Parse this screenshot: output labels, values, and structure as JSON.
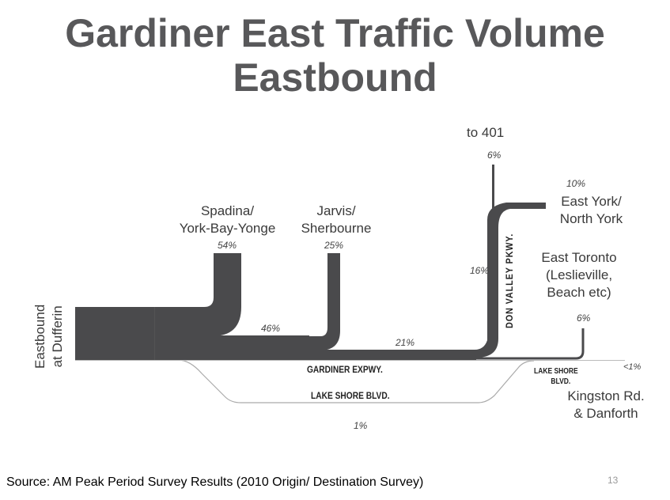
{
  "title_line1": "Gardiner East Traffic Volume",
  "title_line2": "Eastbound",
  "origin_label": [
    "Eastbound",
    "at Dufferin"
  ],
  "destinations": {
    "spadina": {
      "label": [
        "Spadina/",
        "York-Bay-Yonge"
      ],
      "pct": "54%"
    },
    "jarvis": {
      "label": [
        "Jarvis/",
        "Sherbourne"
      ],
      "pct": "25%"
    },
    "to401": {
      "label": "to 401",
      "pct": "6%"
    },
    "eastyork": {
      "label": [
        "East York/",
        "North York"
      ],
      "pct": "10%"
    },
    "easttoronto": {
      "label": [
        "East Toronto",
        "(Leslieville,",
        "Beach etc)"
      ],
      "pct": "6%"
    },
    "kingston": {
      "label": [
        "Kingston Rd.",
        "& Danforth"
      ],
      "pct": "<1%"
    }
  },
  "flows": {
    "after_spadina": "46%",
    "after_jarvis": "21%",
    "dvp": "16%",
    "lakeshore": "1%"
  },
  "roads": {
    "gardiner": "GARDINER EXPWY.",
    "lakeshore": "LAKE SHORE BLVD.",
    "lakeshore_small": [
      "LAKE SHORE",
      "BLVD."
    ],
    "dvp": "DON VALLEY PKWY."
  },
  "source": "Source: AM Peak Period Survey Results (2010 Origin/ Destination Survey)",
  "page_number": "13",
  "colors": {
    "band": "#4a4a4c",
    "title": "#58585a"
  }
}
